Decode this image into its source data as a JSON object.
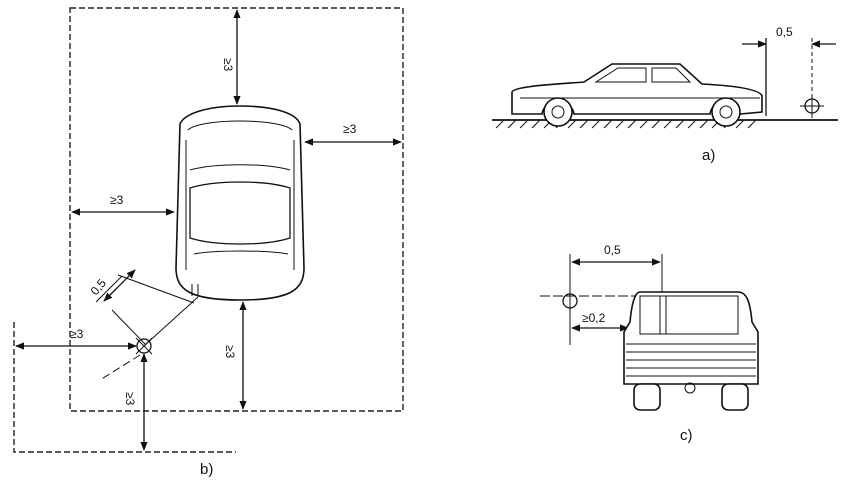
{
  "panel_b": {
    "dim_top": "≥3",
    "dim_right": "≥3",
    "dim_left": "≥3",
    "dim_diag": "0,5",
    "dim_bottom": "≥3",
    "dim_outer_left": "≥3",
    "dim_outer_bottom": "≥3",
    "caption": "b)"
  },
  "panel_a": {
    "dim": "0,5",
    "caption": "a)"
  },
  "panel_c": {
    "dim_top": "0,5",
    "dim_side": "≥0,2",
    "caption": "c)"
  }
}
